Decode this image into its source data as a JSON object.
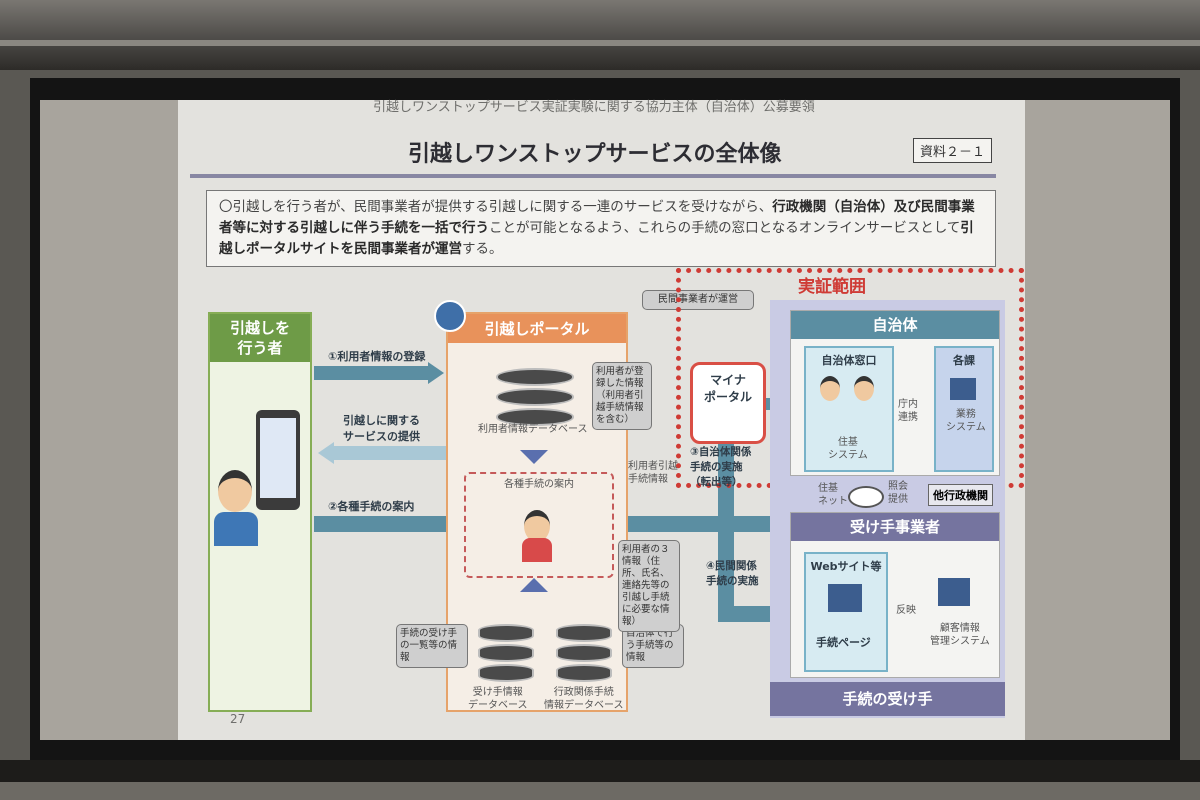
{
  "slide": {
    "caption": "引越しワンストップサービス実証実験に関する協力主体（自治体）公募要領",
    "title": "引越しワンストップサービスの全体像",
    "ref_label": "資料２－１",
    "summary_parts": [
      "〇引越しを行う者が、民間事業者が提供する引越しに関する一連のサービスを受けながら、",
      "行政機関（自治体）及び民間事業者等に対する引越しに伴う手続を一括で行う",
      "ことが可能となるよう、これらの手続の窓口となるオンラインサービスとして",
      "引越しポータルサイトを民間事業者が運営",
      "する。"
    ],
    "page_number": "27"
  },
  "mover": {
    "header": "引越しを\n行う者"
  },
  "flows": {
    "register": "①利用者情報の登録",
    "service": "引越しに関する\nサービスの提供",
    "guide": "②各種手続の案内",
    "municipal": "③自治体関係\n手続の実施\n（転出等）",
    "private": "④民間関係\n手続の実施",
    "user_info_label": "利用者引越\n手続情報"
  },
  "portal": {
    "header": "引越しポータル",
    "operator_tag": "民間事業者が運営",
    "user_db": "利用者情報データベース",
    "user_db_note": "利用者が登録した情報（利用者引越手続情報を含む）",
    "guide_box": "各種手続の案内",
    "three_info_note": "利用者の３情報（住所、氏名、連絡先等の引越し手続に必要な情報）",
    "receiver_db": "受け手情報\nデータベース",
    "receiver_db_note": "手続の受け手の一覧等の情報",
    "gov_db": "行政関係手続\n情報データベース",
    "gov_db_note": "自治体で行う手続等の情報"
  },
  "verification": {
    "label": "実証範囲"
  },
  "myna": {
    "label": "マイナ\nポータル"
  },
  "municipality": {
    "header": "自治体",
    "window": "自治体窓口",
    "internal": "庁内\n連携",
    "dept": "各課",
    "dept_system": "業務\nシステム",
    "resident_system": "住基\nシステム",
    "juki_net": "住基\nネット",
    "info_provide": "照会\n提供",
    "other_gov": "他行政機関"
  },
  "business": {
    "header": "受け手事業者",
    "website": "Webサイト等",
    "proc_page": "手続ページ",
    "reflect": "反映",
    "crm": "顧客情報\n管理システム"
  },
  "receivers": {
    "footer": "手続の受け手"
  }
}
